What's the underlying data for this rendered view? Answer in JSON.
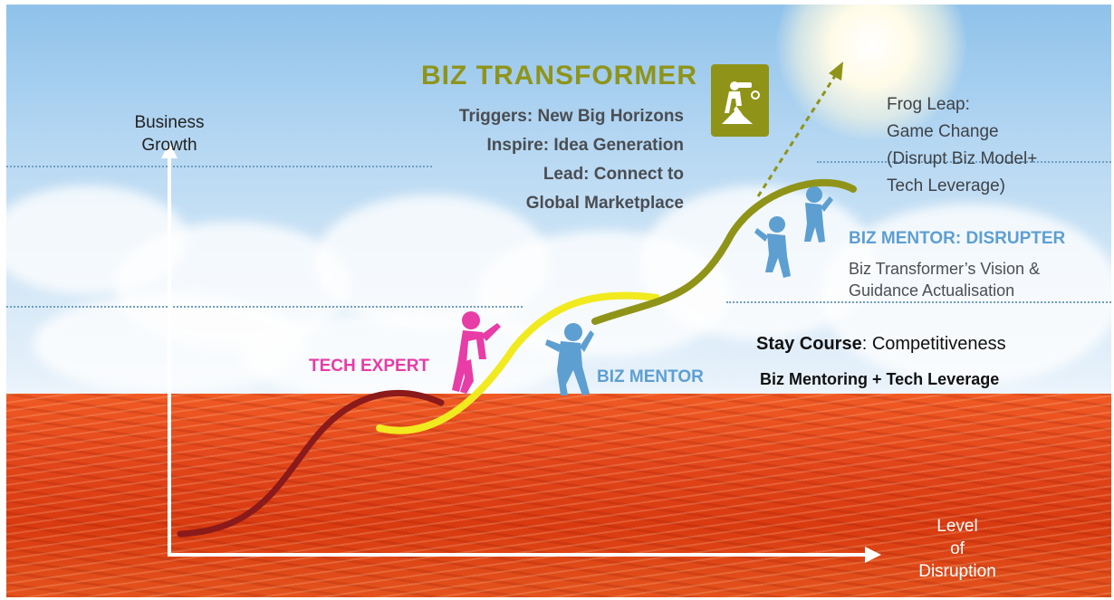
{
  "axes": {
    "y_label_line1": "Business",
    "y_label_line2": "Growth",
    "x_label_line1": "Level",
    "x_label_line2": "of",
    "x_label_line3": "Disruption"
  },
  "transformer": {
    "title": "BIZ TRANSFORMER",
    "lines": [
      "Triggers: New Big Horizons",
      "Inspire: Idea Generation",
      "Lead: Connect to",
      "Global Marketplace"
    ],
    "badge_icon": "explorer-with-binoculars-icon"
  },
  "frog_leap": {
    "lines": [
      "Frog Leap:",
      "Game Change",
      "(Disrupt Biz Model+",
      "Tech Leverage)"
    ]
  },
  "disrupter": {
    "title": "BIZ MENTOR: DISRUPTER",
    "desc_line1": "Biz Transformer’s Vision &",
    "desc_line2": "Guidance Actualisation",
    "color": "#5d9fd1"
  },
  "tech_expert": {
    "label": "TECH EXPERT",
    "color": "#e83ca7"
  },
  "biz_mentor": {
    "label": "BIZ MENTOR",
    "color": "#5d9fd1"
  },
  "stay_course": {
    "bold": "Stay Course",
    "rest": ": Competitiveness",
    "sub": "Biz Mentoring + Tech Leverage"
  },
  "colors": {
    "curve_tech": "#8b1a1a",
    "curve_mentor": "#f1ea1f",
    "curve_transformer": "#8f9419",
    "sea": "#e2451a",
    "sky": "#b3d6f2"
  }
}
